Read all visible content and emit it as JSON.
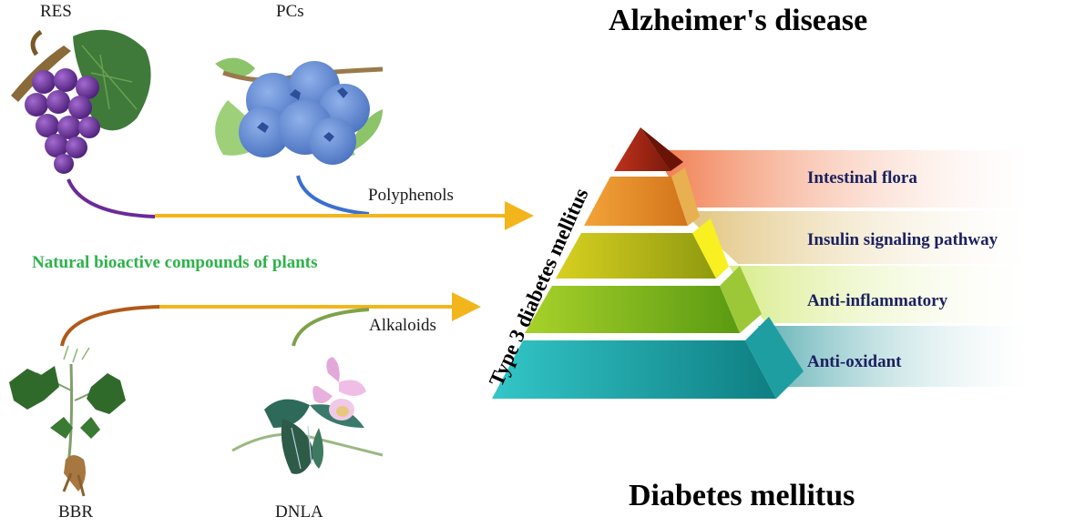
{
  "title_top": "Alzheimer's disease",
  "title_bottom": "Diabetes mellitus",
  "center_label": "Natural bioactive compounds of plants",
  "pyramid_side_label": "Type 3 diabetes mellitus",
  "plants": {
    "grape": {
      "label": "RES",
      "icon": "grape-icon"
    },
    "blueberry": {
      "label": "PCs",
      "icon": "blueberry-icon"
    },
    "coptis": {
      "label": "BBR",
      "icon": "coptis-plant-icon"
    },
    "orchid": {
      "label": "DNLA",
      "icon": "orchid-icon"
    }
  },
  "compound_classes": {
    "top": "Polyphenols",
    "bottom": "Alkaloids"
  },
  "pyramid_layers": [
    {
      "label": "Intestinal flora"
    },
    {
      "label": "Insulin signaling pathway"
    },
    {
      "label": "Anti-inflammatory"
    },
    {
      "label": "Anti-oxidant"
    }
  ],
  "colors": {
    "arrow": "#f2b51c",
    "compounds_text": "#2db34a",
    "layer_text": "#1c2160",
    "grape_curve": "#6a2a9a",
    "blueberry_curve": "#3a6fd0",
    "coptis_curve": "#b05a1a",
    "orchid_curve": "#7ea24a"
  }
}
